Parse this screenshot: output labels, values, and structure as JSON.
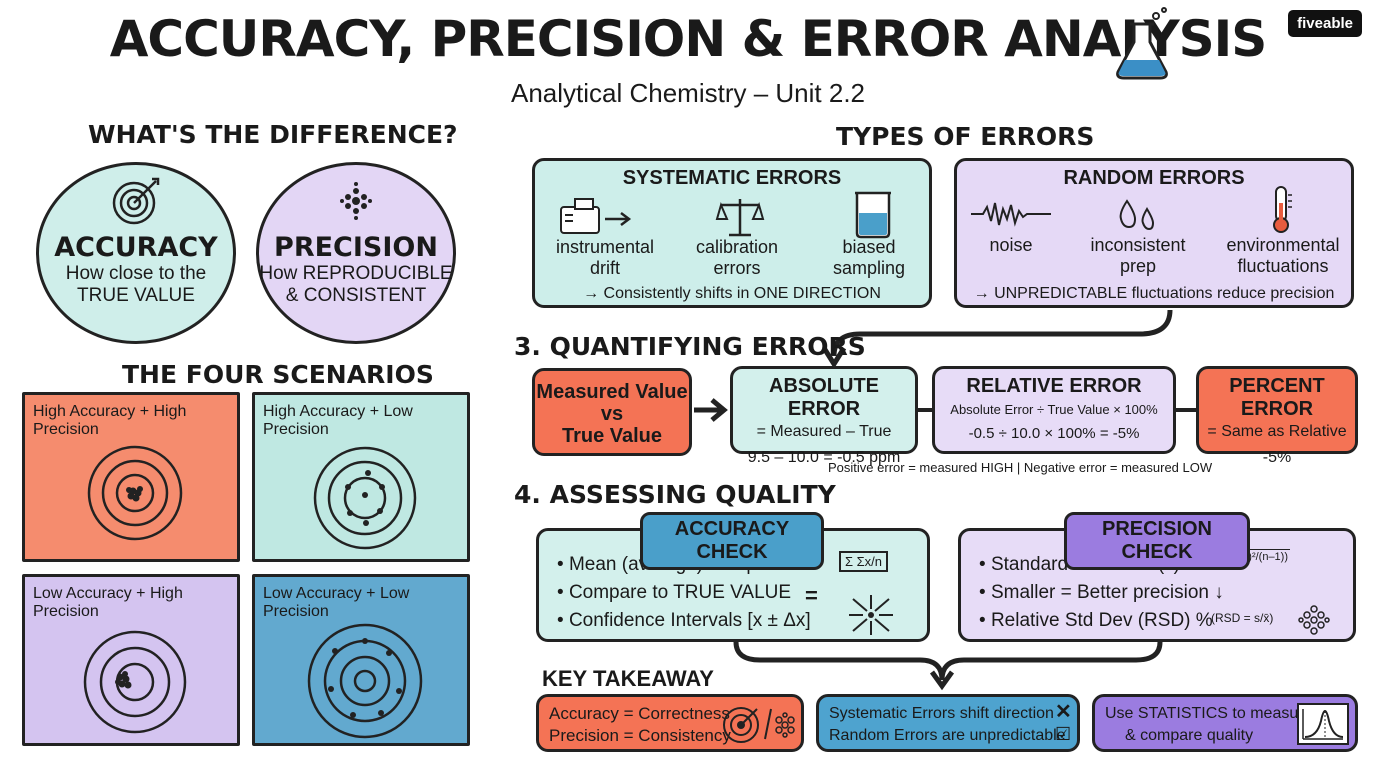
{
  "header": {
    "title": "ACCURACY, PRECISION & ERROR ANALYSIS",
    "subtitle": "Analytical Chemistry – Unit 2.2",
    "logo": "fiveable",
    "flask_icon": "flask-icon"
  },
  "difference": {
    "heading": "WHAT'S THE DIFFERENCE?",
    "accuracy": {
      "title": "ACCURACY",
      "line1": "How close to the",
      "line2": "TRUE VALUE",
      "icon": "target-icon",
      "color": "#cfeeea"
    },
    "precision": {
      "title": "PRECISION",
      "line1": "How REPRODUCIBLE",
      "line2": "& CONSISTENT",
      "icon": "cluster-icon",
      "color": "#e3d6f5"
    }
  },
  "scenarios": {
    "heading": "THE FOUR SCENARIOS",
    "panels": [
      {
        "label": "High Accuracy + High Precision",
        "color": "#f58c6e"
      },
      {
        "label": "High Accuracy + Low Precision",
        "color": "#bfe8e2"
      },
      {
        "label": "Low Accuracy + High Precision",
        "color": "#d4c4f0"
      },
      {
        "label": "Low Accuracy + Low Precision",
        "color": "#62a9cf"
      }
    ]
  },
  "errors": {
    "heading": "TYPES OF ERRORS",
    "systematic": {
      "title": "SYSTEMATIC ERRORS",
      "items": [
        "instrumental\ndrift",
        "calibration\nerrors",
        "biased\nsampling"
      ],
      "icons": [
        "instrument-icon",
        "balance-icon",
        "beaker-icon"
      ],
      "note": "→ Consistently shifts in ONE DIRECTION",
      "color": "#cdeeea"
    },
    "random": {
      "title": "RANDOM ERRORS",
      "items": [
        "noise",
        "inconsistent\nprep",
        "environmental\nfluctuations"
      ],
      "icons": [
        "noise-wave-icon",
        "droplets-icon",
        "thermometer-icon"
      ],
      "note": "→ UNPREDICTABLE fluctuations reduce precision",
      "color": "#e5d9f6"
    }
  },
  "quantifying": {
    "heading": "3. QUANTIFYING ERRORS",
    "measured": {
      "line1": "Measured Value",
      "line2": "vs",
      "line3": "True Value",
      "color": "#f47355"
    },
    "absolute": {
      "title": "ABSOLUTE ERROR",
      "formula": "= Measured – True",
      "example": "9.5 – 10.0 = -0.5 ppm",
      "color": "#d3f0ec"
    },
    "relative": {
      "title": "RELATIVE ERROR",
      "formula": "Absolute Error ÷ True Value × 100%",
      "example": "-0.5 ÷ 10.0 × 100% = -5%",
      "color": "#e7dcf7"
    },
    "percent": {
      "title": "PERCENT ERROR",
      "formula": "= Same as Relative",
      "example": "-5%",
      "color": "#f47355"
    },
    "note": "Positive error = measured HIGH  |  Negative error = measured LOW"
  },
  "quality": {
    "heading": "4. ASSESSING QUALITY",
    "accuracy_check": {
      "title": "ACCURACY CHECK",
      "bullets": [
        "Mean (average) of replicates",
        "Compare to TRUE VALUE",
        "Confidence Intervals [x ± Δx]"
      ],
      "mean_formula": "Σ Σx/n",
      "color": "#d3f0ec",
      "title_color": "#4a9fca"
    },
    "precision_check": {
      "title": "PRECISION CHECK",
      "bullets": [
        "Standard Deviation (s) =",
        "Smaller = Better precision ↓",
        "Relative Std Dev (RSD) %"
      ],
      "sd_formula": "√(Σ(x–x̄)²/(n–1))",
      "rsd_formula": "(RSD = s/x̄)",
      "color": "#e7dcf7",
      "title_color": "#9b7ce0"
    }
  },
  "takeaway": {
    "heading": "KEY TAKEAWAY",
    "cards": [
      {
        "line1": "Accuracy = Correctness",
        "line2": "Precision = Consistency",
        "color": "#f47355"
      },
      {
        "line1": "Systematic Errors shift direction",
        "line2": "Random Errors are unpredictable",
        "color": "#4ea3cf"
      },
      {
        "line1": "Use STATISTICS to measure",
        "line2": "& compare quality",
        "color": "#9b7ce0"
      }
    ]
  }
}
